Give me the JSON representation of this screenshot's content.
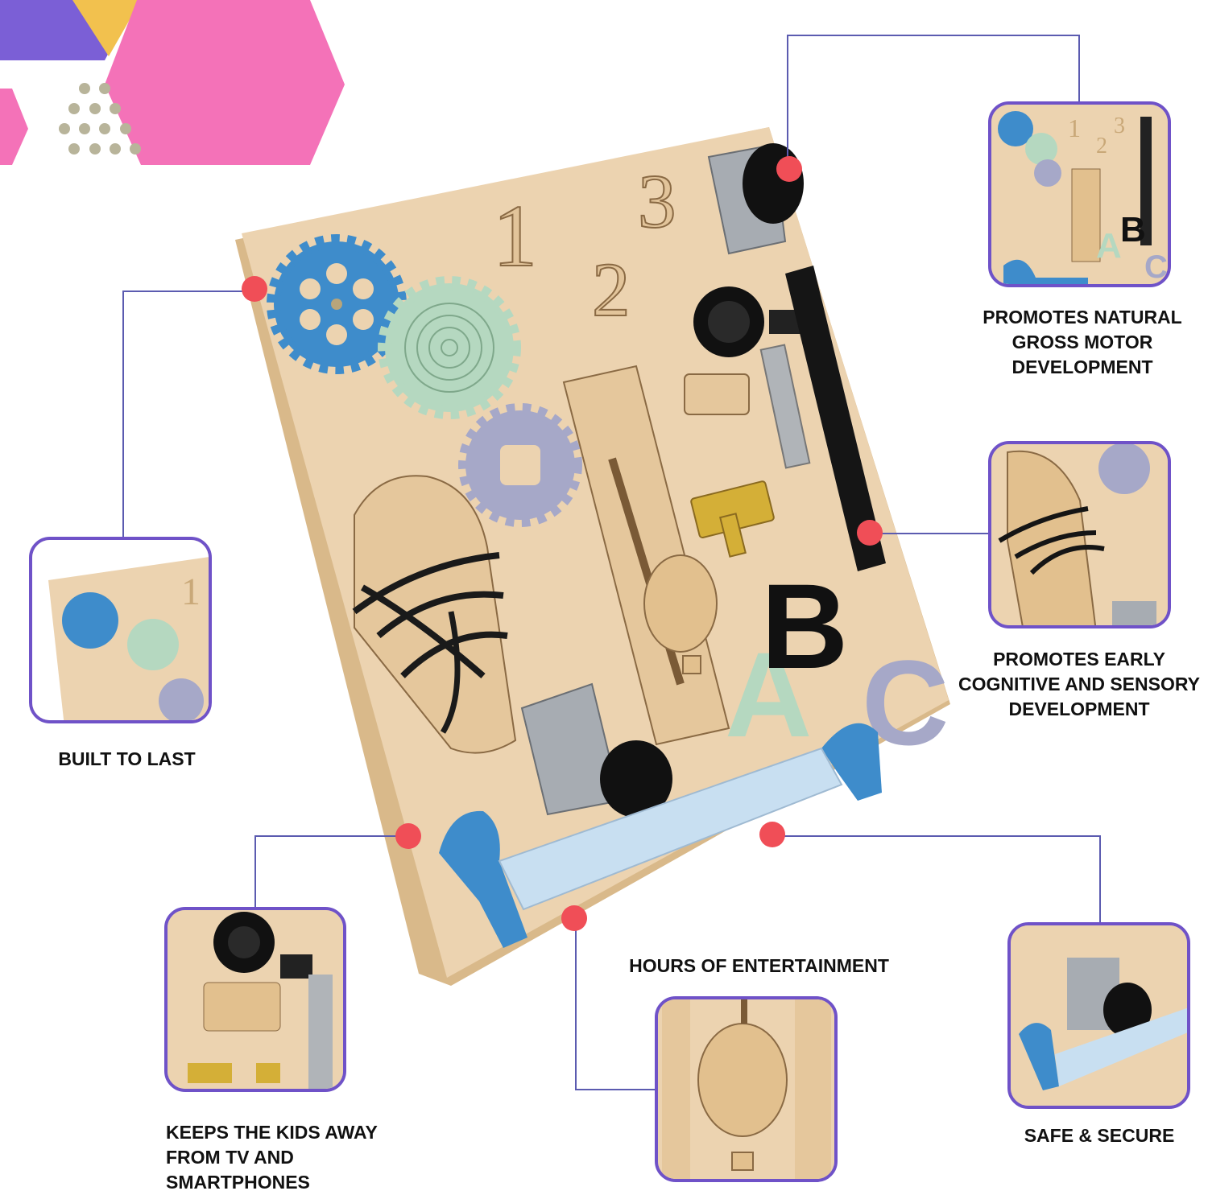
{
  "colors": {
    "purple": "#7b5fd6",
    "yellow": "#f2c14e",
    "pink": "#f472b8",
    "frame": "#6f52c8",
    "callout_dot": "#f04e57",
    "callout_line": "#5b5bb0",
    "wood": "#ecd3b0"
  },
  "board": {
    "numbers": [
      "1",
      "2",
      "3"
    ],
    "letters": [
      "A",
      "B",
      "C"
    ]
  },
  "features": [
    {
      "id": "gross-motor",
      "lines": [
        "PROMOTES NATURAL",
        "GROSS MOTOR",
        "DEVELOPMENT"
      ]
    },
    {
      "id": "cognitive",
      "lines": [
        "PROMOTES EARLY",
        "COGNITIVE AND SENSORY",
        "DEVELOPMENT"
      ]
    },
    {
      "id": "built",
      "lines": [
        "BUILT TO LAST"
      ]
    },
    {
      "id": "entertainment",
      "lines": [
        "HOURS OF ENTERTAINMENT"
      ]
    },
    {
      "id": "kids-away",
      "lines": [
        "KEEPS THE KIDS AWAY",
        "FROM TV AND",
        "SMARTPHONES"
      ]
    },
    {
      "id": "safe",
      "lines": [
        "SAFE & SECURE"
      ]
    }
  ],
  "thumbnail_letters": {
    "top_right": [
      "1",
      "2",
      "3",
      "A",
      "B",
      "C"
    ],
    "left": [
      "1"
    ]
  }
}
